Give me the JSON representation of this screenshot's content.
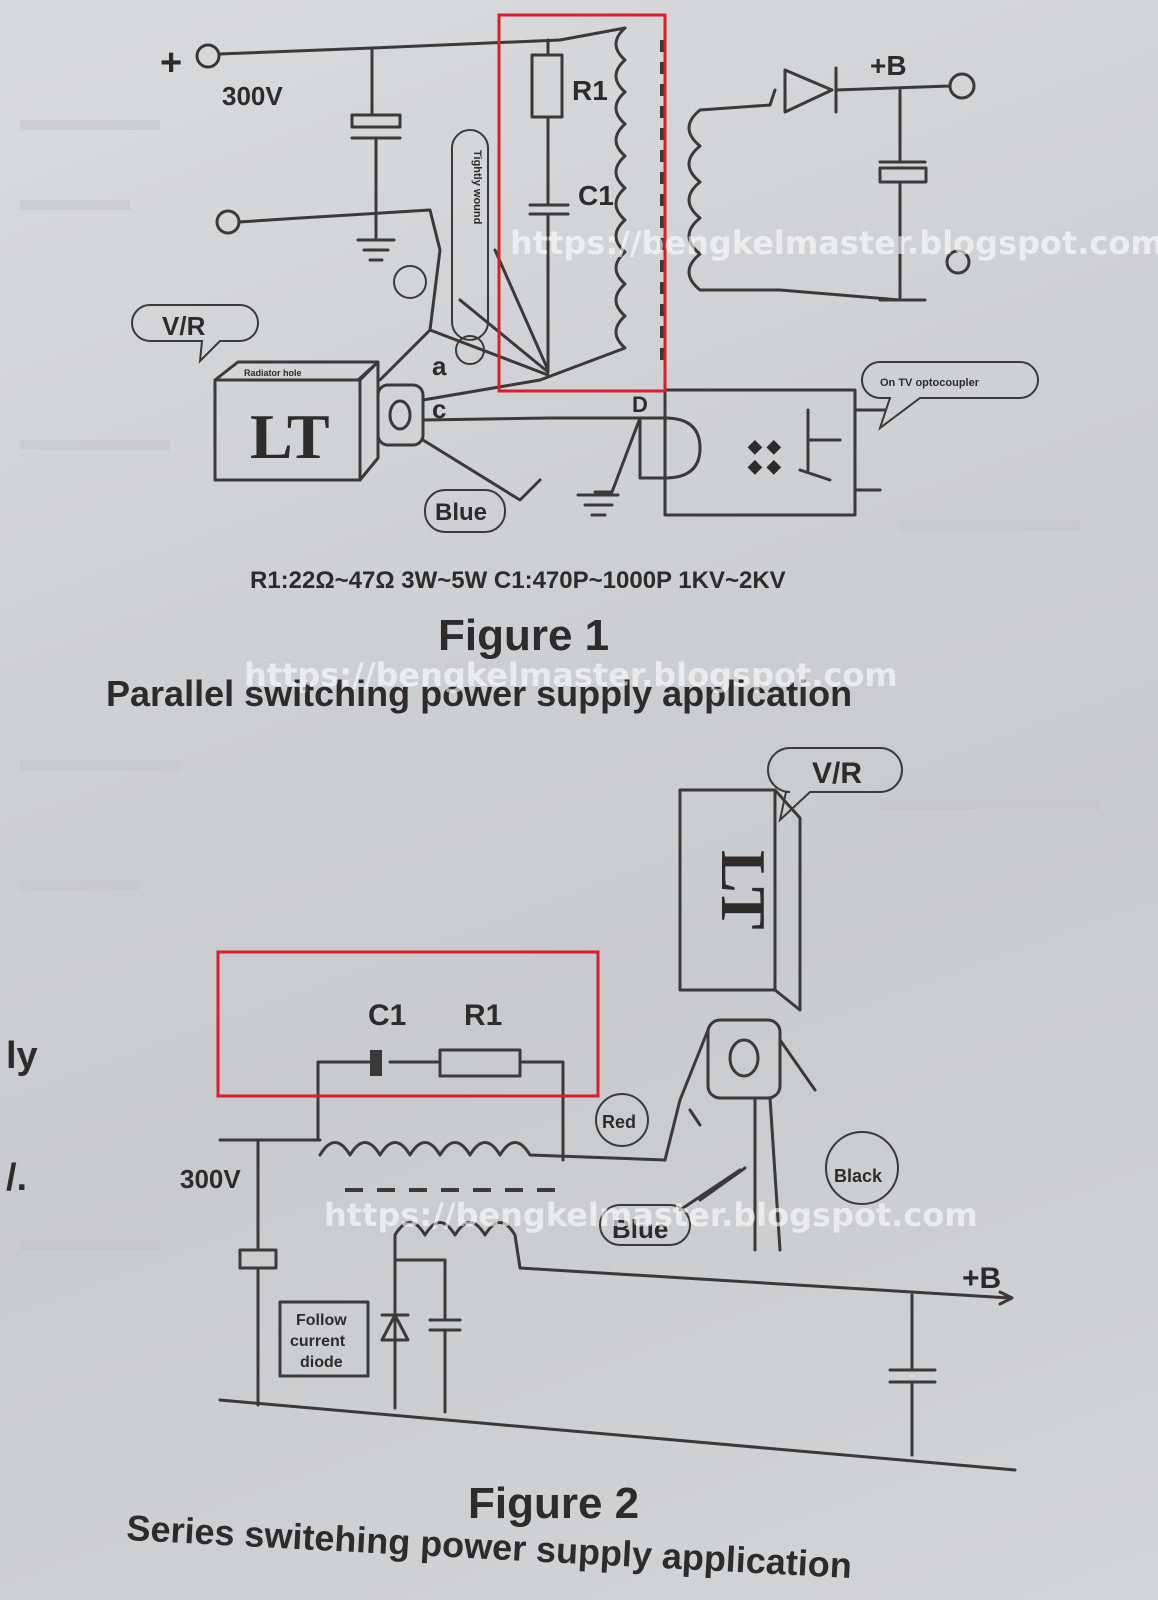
{
  "figure1": {
    "voltage_label": "300V",
    "plus_label": "+",
    "r1_label": "R1",
    "c1_label": "C1",
    "plus_b_label": "+B",
    "vr_label": "V/R",
    "lt_label": "LT",
    "terminal_a": "a",
    "terminal_c": "c",
    "terminal_d": "D",
    "blue_label": "Blue",
    "optocoupler_label": "On TV optocoupler",
    "radiator_label": "Radiator hole",
    "winding_label": "Tightly wound",
    "component_note": "R1:22Ω~47Ω 3W~5W  C1:470P~1000P 1KV~2KV",
    "title": "Figure 1",
    "caption": "Parallel switching power supply application"
  },
  "figure2": {
    "vr_label": "V/R",
    "lt_label": "LT",
    "c1_label": "C1",
    "r1_label": "R1",
    "voltage_label": "300V",
    "red_label": "Red",
    "black_label": "Black",
    "blue_label": "Blue",
    "plus_b_label": "+B",
    "diode_label_line1": "Follow",
    "diode_label_line2": "current",
    "diode_label_line3": "diode",
    "title": "Figure 2",
    "caption": "Series switehing power supply application"
  },
  "side_text": {
    "fragment1": "ly",
    "fragment2": "/."
  },
  "watermark": "https://bengkelmaster.blogspot.com",
  "colors": {
    "highlight": "#d8202a",
    "ink": "#3c3a38",
    "paper": "#d2d3d5"
  }
}
